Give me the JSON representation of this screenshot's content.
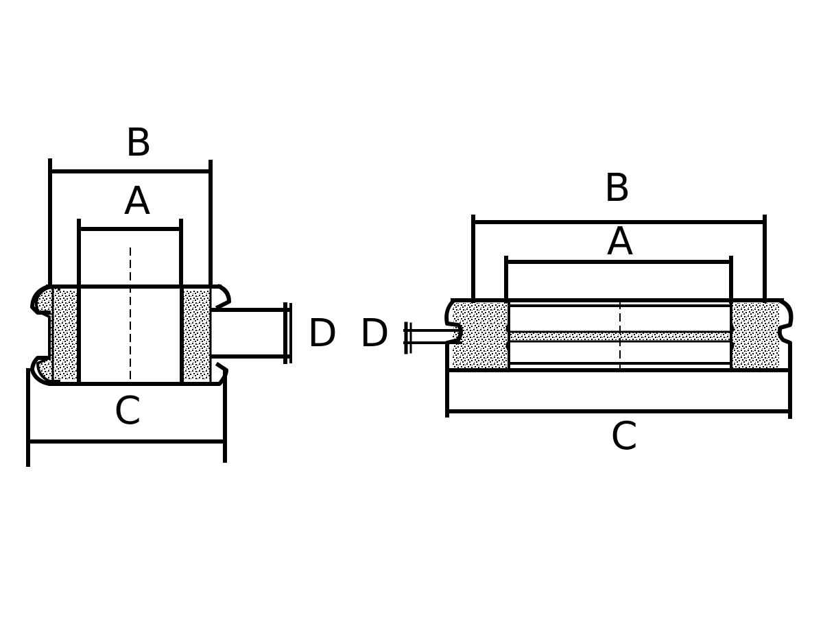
{
  "labels": {
    "left": {
      "b": "B",
      "a": "A",
      "c": "C",
      "d": "D"
    },
    "right": {
      "b": "B",
      "a": "A",
      "c": "C",
      "d": "D"
    }
  },
  "colors": {
    "ink": "#000000",
    "background": "#ffffff",
    "hatch": "#000000"
  }
}
